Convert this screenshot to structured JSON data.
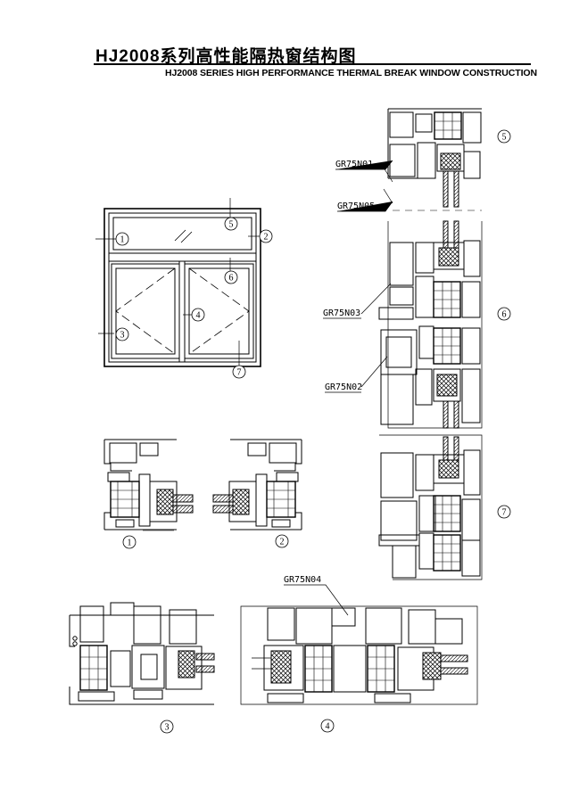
{
  "header": {
    "title_cn": "HJ2008系列高性能隔热窗结构图",
    "title_en": "HJ2008 SERIES HIGH PERFORMANCE THERMAL BREAK WINDOW CONSTRUCTION"
  },
  "elevation": {
    "callouts": [
      "1",
      "2",
      "3",
      "4",
      "5",
      "6",
      "7"
    ]
  },
  "sections": {
    "section_1": "1",
    "section_2": "2",
    "section_3": "3",
    "section_4": "4",
    "section_5": "5",
    "section_6": "6",
    "section_7": "7"
  },
  "part_labels": {
    "gr75n01": "GR75N01",
    "gr75n05": "GR75N05",
    "gr75n03": "GR75N03",
    "gr75n02": "GR75N02",
    "gr75n04": "GR75N04"
  }
}
